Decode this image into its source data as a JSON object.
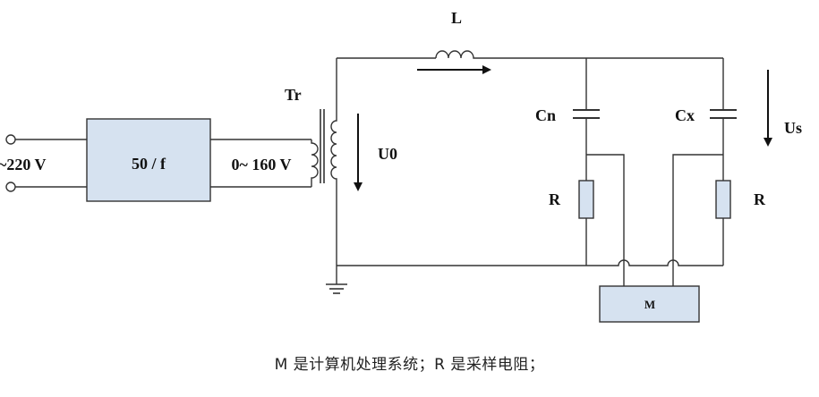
{
  "diagram": {
    "source_label": "220 V",
    "source_prefix": "~",
    "converter_label": "50 / f",
    "converter_output_label": "0~ 160 V",
    "transformer_label": "Tr",
    "transformer_voltage_label": "U0",
    "inductor_label": "L",
    "capacitor_left_label": "Cn",
    "capacitor_right_label": "Cx",
    "resistor_left_label": "R",
    "resistor_right_label": "R",
    "voltage_us_label": "Us",
    "processor_label": "M"
  },
  "caption": "M  是计算机处理系统；R  是采样电阻；",
  "colors": {
    "box_fill": "#d6e2f0",
    "wire": "#333333"
  }
}
